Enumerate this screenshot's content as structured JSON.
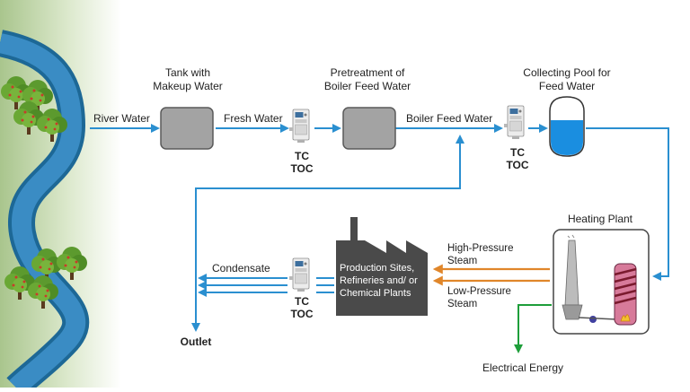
{
  "labels": {
    "tank_title_1": "Tank with",
    "tank_title_2": "Makeup Water",
    "pretreat_title_1": "Pretreatment of",
    "pretreat_title_2": "Boiler Feed Water",
    "pool_title_1": "Collecting Pool for",
    "pool_title_2": "Feed Water",
    "heating_plant": "Heating Plant",
    "river_water": "River Water",
    "fresh_water": "Fresh Water",
    "boiler_feed_water": "Boiler Feed Water",
    "high_pressure_1": "High-Pressure",
    "high_pressure_2": "Steam",
    "low_pressure_1": "Low-Pressure",
    "low_pressure_2": "Steam",
    "condensate": "Condensate",
    "outlet": "Outlet",
    "electrical_energy": "Electrical Energy",
    "production_1": "Production Sites,",
    "production_2": "Refineries and/ or",
    "production_3": "Chemical Plants",
    "analyzer_tc": "TC",
    "analyzer_toc": "TOC"
  },
  "colors": {
    "water_line": "#2a8fd0",
    "steam_line": "#e0862a",
    "energy_line": "#1e9e3a",
    "river": "#2a7ab0",
    "tank_fill": "#a3a3a3",
    "factory": "#4a4a4a",
    "pool_water": "#1a8ee0"
  },
  "icons": [
    "tree-icon",
    "analyzer-icon",
    "factory-icon",
    "chimney-icon",
    "boiler-icon",
    "flame-icon"
  ]
}
